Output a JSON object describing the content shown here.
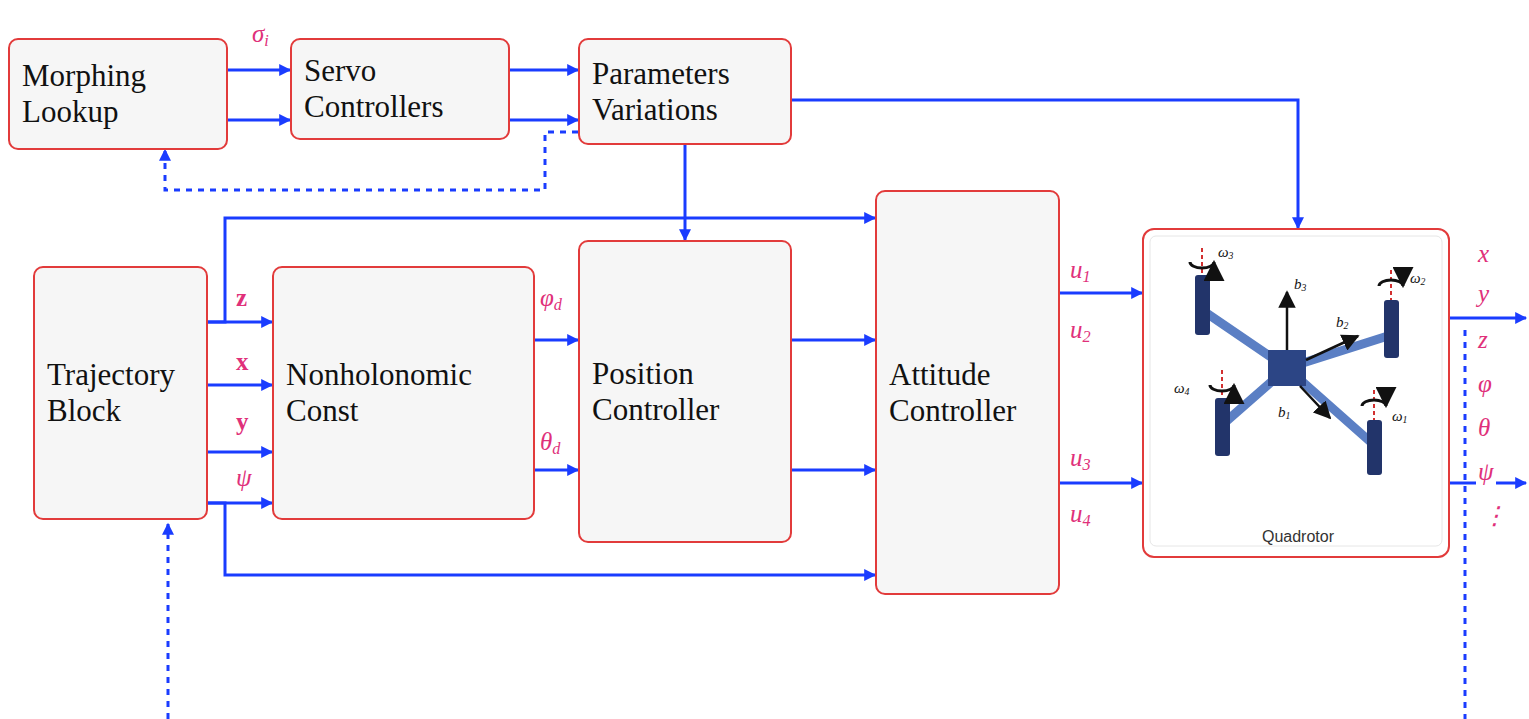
{
  "diagram": {
    "nodes": [
      {
        "text": [
          "Morphing Lookup"
        ]
      },
      {
        "text": [
          "Servo Controllers"
        ]
      },
      {
        "text": [
          "Parameters Variations"
        ]
      },
      {
        "text": [
          "Trajectory Block"
        ]
      },
      {
        "text": [
          "Nonholonomic Const"
        ]
      },
      {
        "text": [
          "Position Controller"
        ]
      },
      {
        "text": [
          "Attitude Controller"
        ]
      },
      {
        "text": [
          "Quadrotor"
        ]
      }
    ],
    "edges": [
      {
        "from": 0,
        "to": 1,
        "arrow": "to"
      },
      {
        "from": 0,
        "to": 1,
        "arrow": "to"
      },
      {
        "from": 1,
        "to": 2,
        "arrow": "to"
      },
      {
        "from": 1,
        "to": 2,
        "arrow": "to"
      },
      {
        "from": 2,
        "to": 0,
        "arrow": "to"
      },
      {
        "from": 2,
        "to": 5,
        "arrow": "to"
      },
      {
        "from": 2,
        "to": 7,
        "arrow": "to"
      },
      {
        "from": 3,
        "to": 4,
        "arrow": "to"
      },
      {
        "from": 3,
        "to": 4,
        "arrow": "to"
      },
      {
        "from": 3,
        "to": 4,
        "arrow": "to"
      },
      {
        "from": 3,
        "to": 4,
        "arrow": "to"
      },
      {
        "from": 3,
        "to": 6,
        "arrow": "to"
      },
      {
        "from": 3,
        "to": 6,
        "arrow": "to"
      },
      {
        "from": 4,
        "to": 5,
        "arrow": "to"
      },
      {
        "from": 4,
        "to": 5,
        "arrow": "to"
      },
      {
        "from": 5,
        "to": 6,
        "arrow": "to"
      },
      {
        "from": 5,
        "to": 6,
        "arrow": "to"
      },
      {
        "from": 6,
        "to": 7,
        "arrow": "to"
      },
      {
        "from": 6,
        "to": 7,
        "arrow": "to"
      }
    ],
    "labels": [
      "σi",
      "z",
      "x",
      "y",
      "ψ",
      "φd",
      "θd",
      "u1",
      "u2",
      "u3",
      "u4",
      "ω3",
      "b3",
      "ω2",
      "ω4",
      "b2",
      "ω1",
      "b1",
      "x",
      "y",
      "z",
      "φ",
      "θ",
      "ψ",
      "⋮"
    ]
  }
}
